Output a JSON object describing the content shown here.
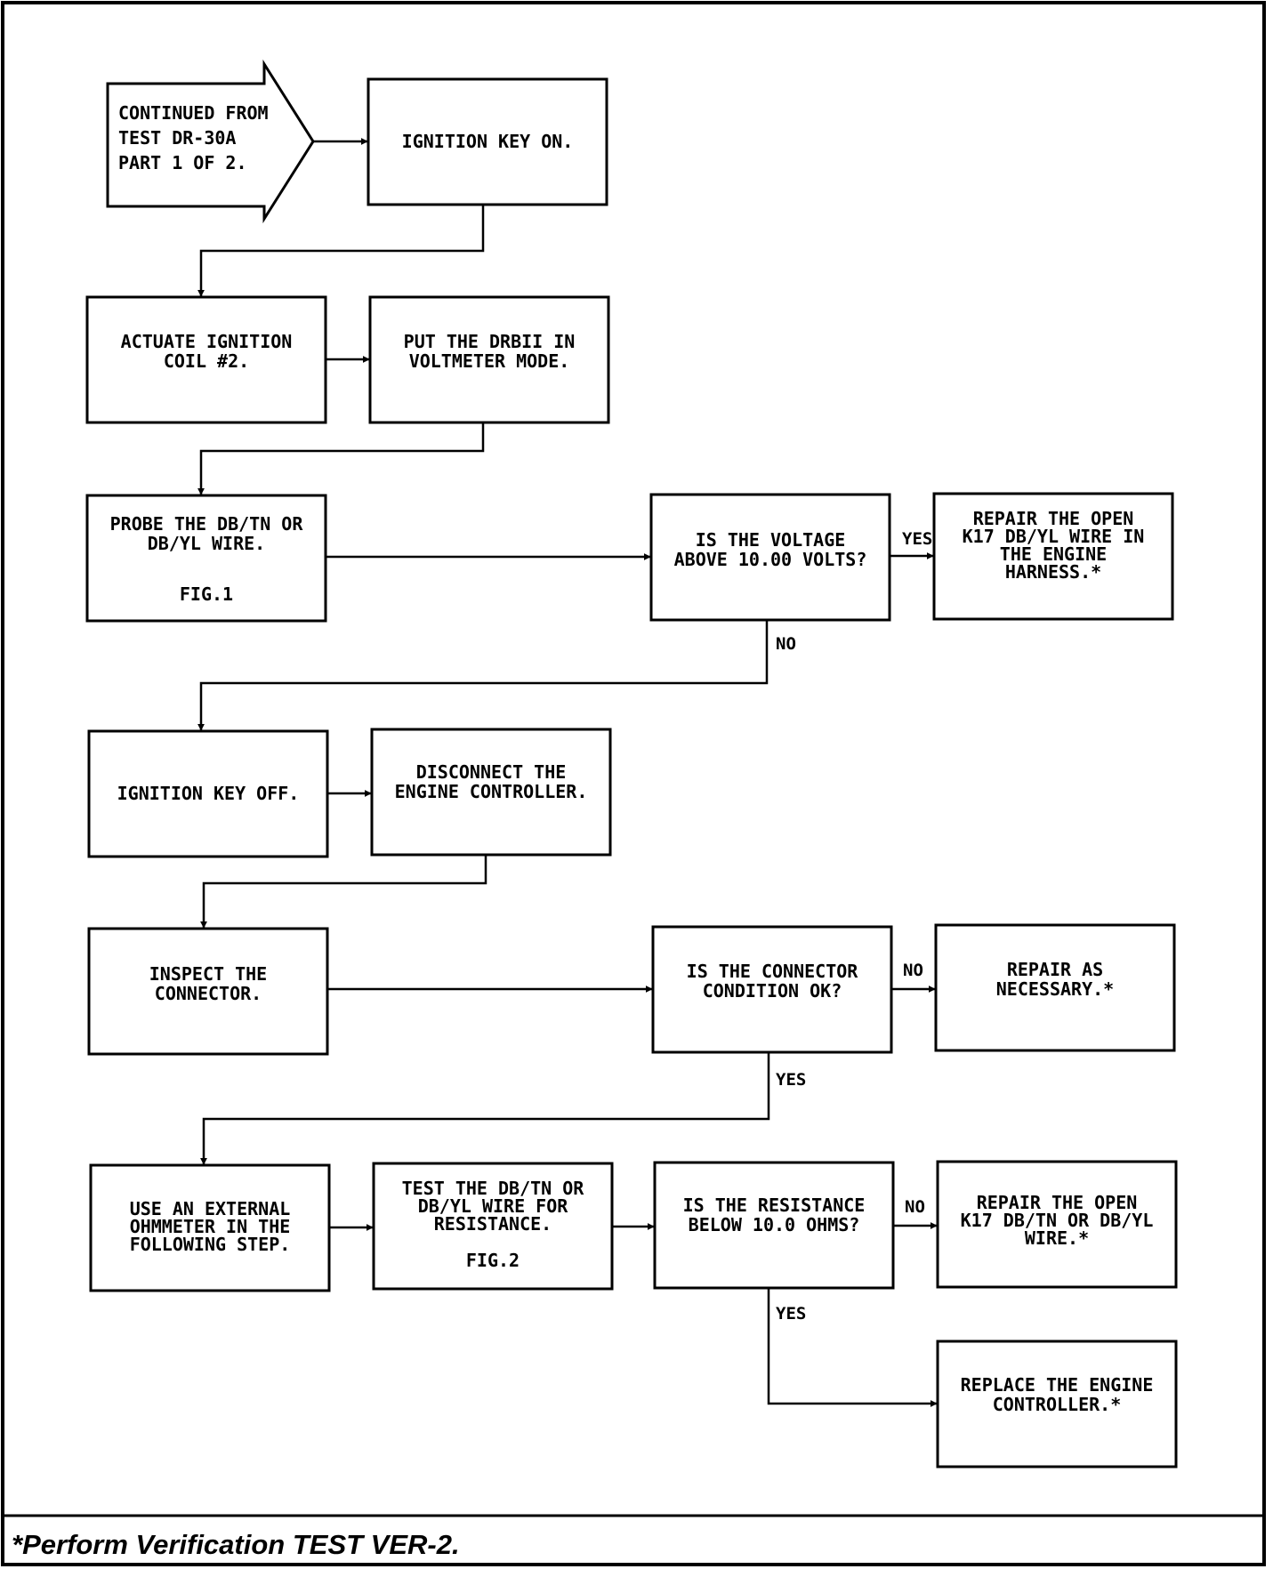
{
  "start_arrow": {
    "lines": [
      "CONTINUED FROM",
      "TEST DR-30A",
      "PART 1 OF 2."
    ]
  },
  "steps": {
    "key_on": {
      "lines": [
        "IGNITION KEY ON."
      ]
    },
    "actuate": {
      "lines": [
        "ACTUATE IGNITION",
        "COIL #2."
      ]
    },
    "drbii": {
      "lines": [
        "PUT THE DRBII IN",
        "VOLTMETER MODE."
      ]
    },
    "probe": {
      "lines": [
        "PROBE THE DB/TN OR",
        "DB/YL WIRE."
      ],
      "fig": "FIG.1"
    },
    "q_voltage": {
      "lines": [
        "IS THE VOLTAGE",
        "ABOVE 10.00 VOLTS?"
      ]
    },
    "repair_k17_harness": {
      "lines": [
        "REPAIR THE OPEN",
        "K17 DB/YL WIRE IN",
        "THE ENGINE",
        "HARNESS.*"
      ]
    },
    "key_off": {
      "lines": [
        "IGNITION KEY OFF."
      ]
    },
    "disconnect": {
      "lines": [
        "DISCONNECT THE",
        "ENGINE CONTROLLER."
      ]
    },
    "inspect": {
      "lines": [
        "INSPECT THE",
        "CONNECTOR."
      ]
    },
    "q_connector": {
      "lines": [
        "IS THE CONNECTOR",
        "CONDITION OK?"
      ]
    },
    "repair_necessary": {
      "lines": [
        "REPAIR AS",
        "NECESSARY.*"
      ]
    },
    "ohmmeter": {
      "lines": [
        "USE AN EXTERNAL",
        "OHMMETER IN THE",
        "FOLLOWING STEP."
      ]
    },
    "test_resistance": {
      "lines": [
        "TEST THE DB/TN OR",
        "DB/YL WIRE FOR",
        "RESISTANCE."
      ],
      "fig": "FIG.2"
    },
    "q_resistance": {
      "lines": [
        "IS THE RESISTANCE",
        "BELOW 10.0 OHMS?"
      ]
    },
    "repair_k17_wire": {
      "lines": [
        "REPAIR THE OPEN",
        "K17 DB/TN OR DB/YL",
        "WIRE.*"
      ]
    },
    "replace_controller": {
      "lines": [
        "REPLACE THE ENGINE",
        "CONTROLLER.*"
      ]
    }
  },
  "branch_labels": {
    "voltage_yes": "YES",
    "voltage_no": "NO",
    "connector_no": "NO",
    "connector_yes": "YES",
    "resistance_no": "NO",
    "resistance_yes": "YES"
  },
  "footer": {
    "note": "*Perform Verification TEST VER-2."
  }
}
